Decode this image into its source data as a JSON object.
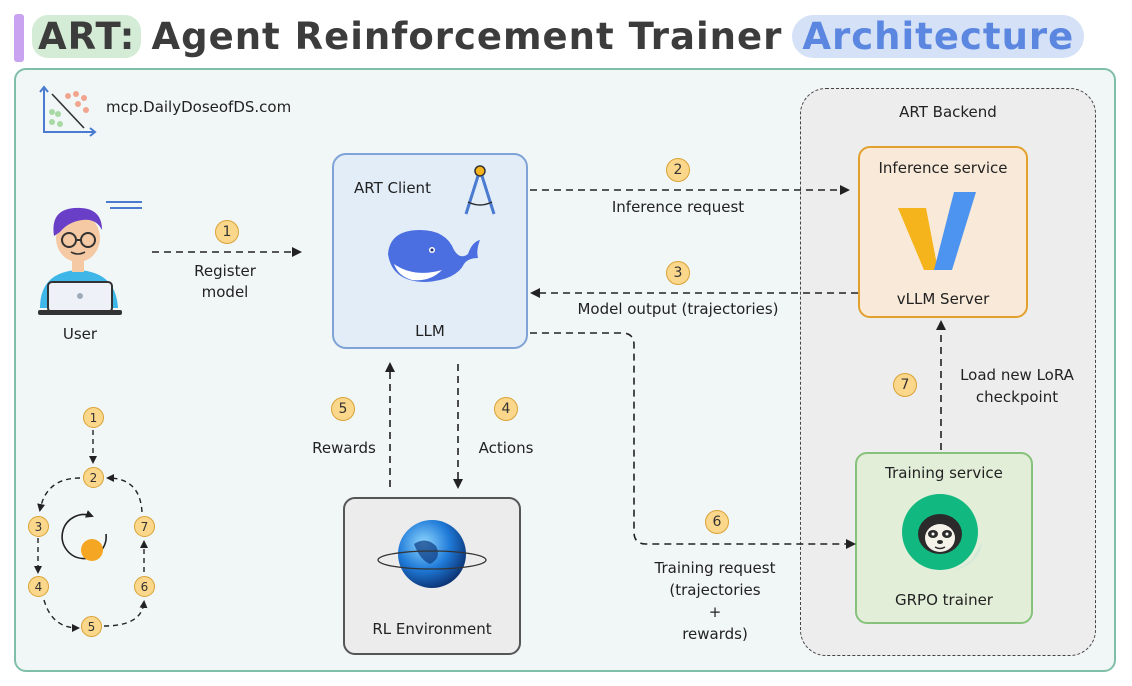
{
  "title": {
    "part1": "ART:",
    "part2": "Agent Reinforcement Trainer",
    "part3": "Architecture"
  },
  "brand": {
    "url": "mcp.DailyDoseofDS.com"
  },
  "user": {
    "label": "User"
  },
  "client": {
    "title": "ART Client",
    "model": "LLM"
  },
  "backend": {
    "title": "ART Backend"
  },
  "inference": {
    "title": "Inference service",
    "server": "vLLM Server"
  },
  "training": {
    "title": "Training service",
    "trainer": "GRPO trainer"
  },
  "env": {
    "label": "RL Environment"
  },
  "steps": [
    {
      "n": "1",
      "text": [
        "Register",
        "model"
      ]
    },
    {
      "n": "2",
      "text": [
        "Inference request"
      ]
    },
    {
      "n": "3",
      "text": [
        "Model output (trajectories)"
      ]
    },
    {
      "n": "4",
      "text": [
        "Actions"
      ]
    },
    {
      "n": "5",
      "text": [
        "Rewards"
      ]
    },
    {
      "n": "6",
      "text": [
        "Training request",
        "(trajectories",
        "+",
        "rewards)"
      ]
    },
    {
      "n": "7",
      "text": [
        "Load new LoRA",
        "checkpoint"
      ]
    }
  ],
  "cycle": [
    "1",
    "2",
    "3",
    "4",
    "5",
    "6",
    "7"
  ],
  "colors": {
    "accent_badge": "#fbd78b",
    "client_border": "#7fa3d6",
    "inference_border": "#e2a12d",
    "training_border": "#86c27b",
    "frame_border": "#7fbfa7"
  },
  "icons": [
    "chart-logo-icon",
    "user-laptop-icon",
    "compass-icon",
    "whale-icon",
    "vllm-logo-icon",
    "sloth-logo-icon",
    "globe-icon",
    "refresh-cycle-icon"
  ]
}
